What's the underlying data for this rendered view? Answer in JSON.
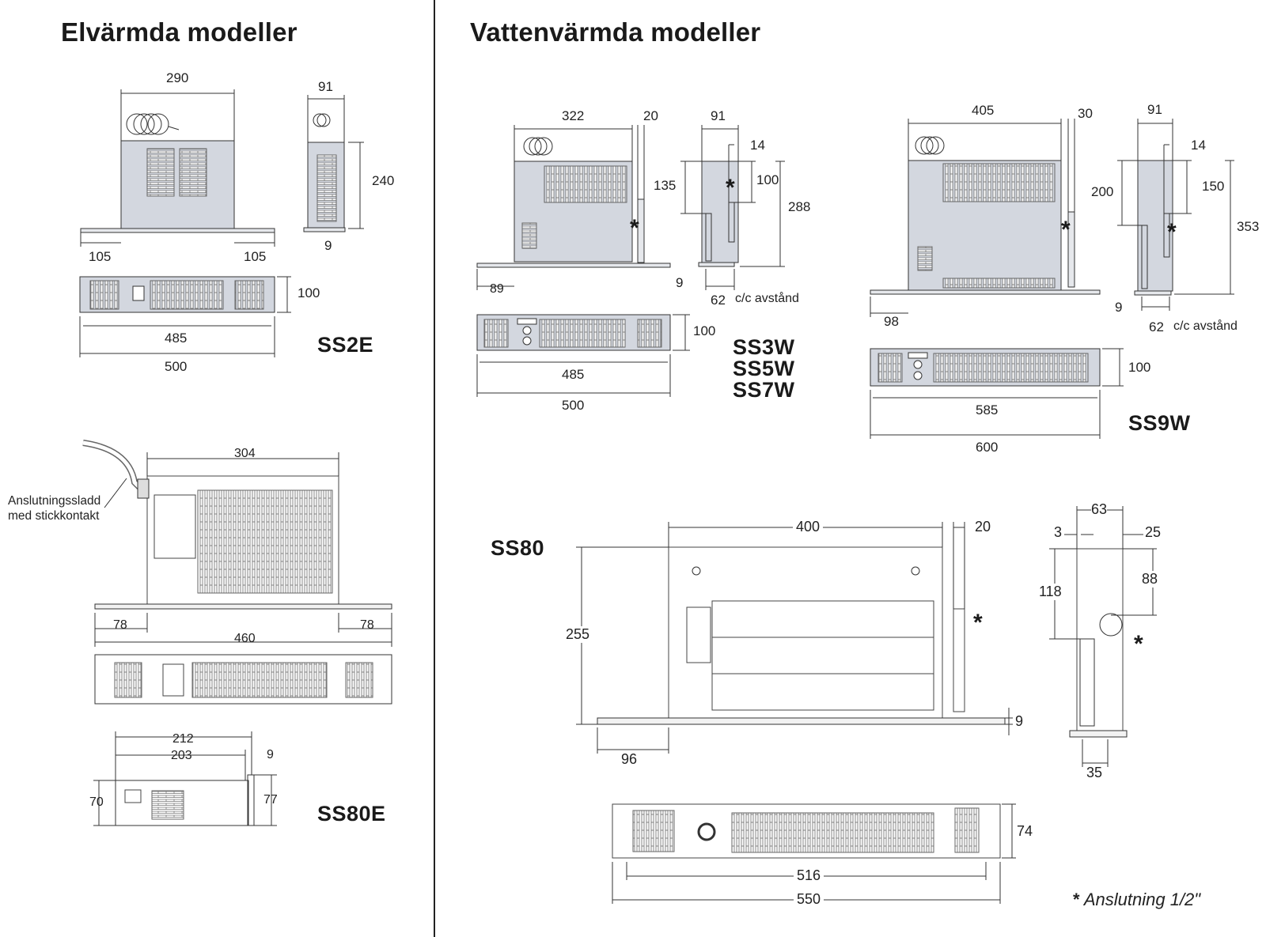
{
  "headings": {
    "electric": "Elvärmda modeller",
    "water": "Vattenvärmda modeller"
  },
  "models": {
    "ss2e": "SS2E",
    "ss80e": "SS80E",
    "ss3w": "SS3W",
    "ss5w": "SS5W",
    "ss7w": "SS7W",
    "ss9w": "SS9W",
    "ss80": "SS80"
  },
  "ss2e_dims": {
    "width_top": "290",
    "depth_top": "91",
    "height": "240",
    "left_flange": "105",
    "right_flange": "105",
    "flange_thick": "9",
    "front_height": "100",
    "grille_width": "485",
    "total_width": "500"
  },
  "ss80e_main_dims": {
    "width_top": "304",
    "flange_left": "78",
    "flange_right": "78",
    "total": "460"
  },
  "ss80e_side_dims": {
    "outer": "212",
    "inner": "203",
    "flange": "9",
    "height_left": "70",
    "height_right": "77"
  },
  "cable_note": {
    "line1": "Anslutningssladd",
    "line2": "med stickkontakt"
  },
  "ss3w_dims": {
    "width": "322",
    "pipe": "20",
    "depth": "91",
    "pipe_offset": "14",
    "h135": "135",
    "h100": "100",
    "height": "288",
    "flange": "89",
    "flange_thick": "9",
    "cc": "62",
    "cc_label": "c/c avstånd",
    "front_h": "100",
    "grille": "485",
    "total": "500"
  },
  "ss9w_dims": {
    "width": "405",
    "pipe": "30",
    "depth": "91",
    "pipe_offset": "14",
    "h200": "200",
    "h150": "150",
    "height": "353",
    "flange": "98",
    "flange_thick": "9",
    "cc": "62",
    "cc_label": "c/c avstånd",
    "front_h": "100",
    "grille": "585",
    "total": "600"
  },
  "ss80_dims": {
    "width": "400",
    "pipe": "20",
    "height": "255",
    "flange_thick": "9",
    "flange": "96",
    "s63": "63",
    "s3": "3",
    "s25": "25",
    "s118": "118",
    "s88": "88",
    "s35": "35",
    "front_h": "74",
    "grille": "516",
    "total": "550"
  },
  "asterisk": "*",
  "footnote": {
    "star": "*",
    "text": "Anslutning 1/2\""
  }
}
